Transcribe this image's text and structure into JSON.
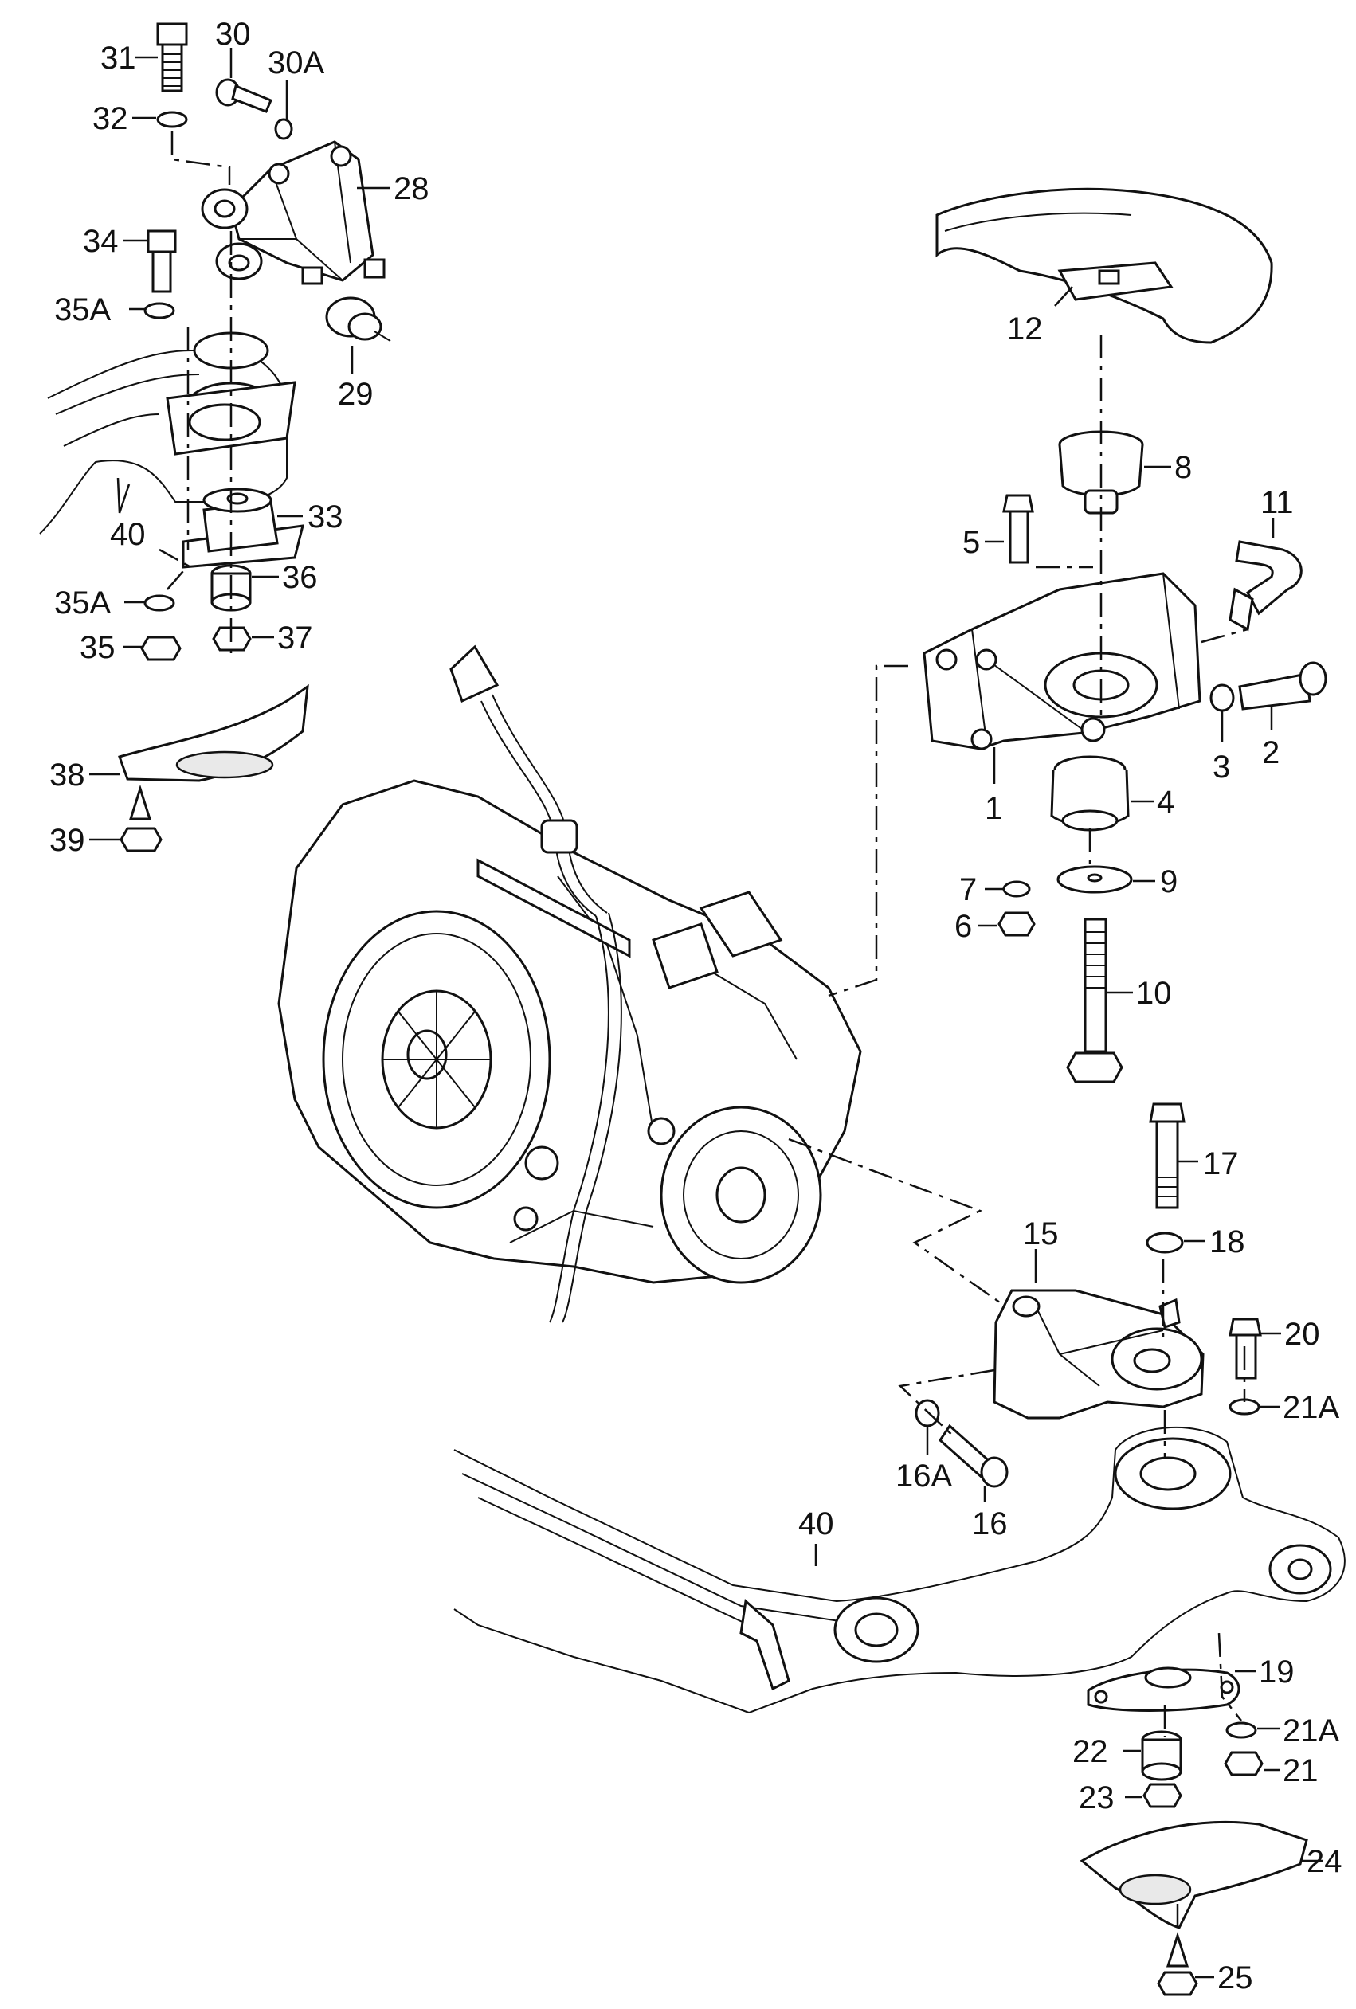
{
  "colors": {
    "ink": "#111111",
    "paper": "#ffffff"
  },
  "labels": [
    {
      "id": "31",
      "text": "31"
    },
    {
      "id": "30",
      "text": "30"
    },
    {
      "id": "30A",
      "text": "30A"
    },
    {
      "id": "32",
      "text": "32"
    },
    {
      "id": "28",
      "text": "28"
    },
    {
      "id": "34",
      "text": "34"
    },
    {
      "id": "35A-top",
      "text": "35A"
    },
    {
      "id": "29",
      "text": "29"
    },
    {
      "id": "40-top",
      "text": "40"
    },
    {
      "id": "33",
      "text": "33"
    },
    {
      "id": "35A-low",
      "text": "35A"
    },
    {
      "id": "36",
      "text": "36"
    },
    {
      "id": "35",
      "text": "35"
    },
    {
      "id": "37",
      "text": "37"
    },
    {
      "id": "38",
      "text": "38"
    },
    {
      "id": "39",
      "text": "39"
    },
    {
      "id": "12",
      "text": "12"
    },
    {
      "id": "8",
      "text": "8"
    },
    {
      "id": "11",
      "text": "11"
    },
    {
      "id": "5",
      "text": "5"
    },
    {
      "id": "3",
      "text": "3"
    },
    {
      "id": "2",
      "text": "2"
    },
    {
      "id": "1",
      "text": "1"
    },
    {
      "id": "4",
      "text": "4"
    },
    {
      "id": "7",
      "text": "7"
    },
    {
      "id": "9",
      "text": "9"
    },
    {
      "id": "6",
      "text": "6"
    },
    {
      "id": "10",
      "text": "10"
    },
    {
      "id": "17",
      "text": "17"
    },
    {
      "id": "15",
      "text": "15"
    },
    {
      "id": "18",
      "text": "18"
    },
    {
      "id": "20",
      "text": "20"
    },
    {
      "id": "21A-top",
      "text": "21A"
    },
    {
      "id": "16A",
      "text": "16A"
    },
    {
      "id": "16",
      "text": "16"
    },
    {
      "id": "40-bottom",
      "text": "40"
    },
    {
      "id": "19",
      "text": "19"
    },
    {
      "id": "21A-low",
      "text": "21A"
    },
    {
      "id": "22",
      "text": "22"
    },
    {
      "id": "21",
      "text": "21"
    },
    {
      "id": "23",
      "text": "23"
    },
    {
      "id": "24",
      "text": "24"
    },
    {
      "id": "25",
      "text": "25"
    }
  ]
}
